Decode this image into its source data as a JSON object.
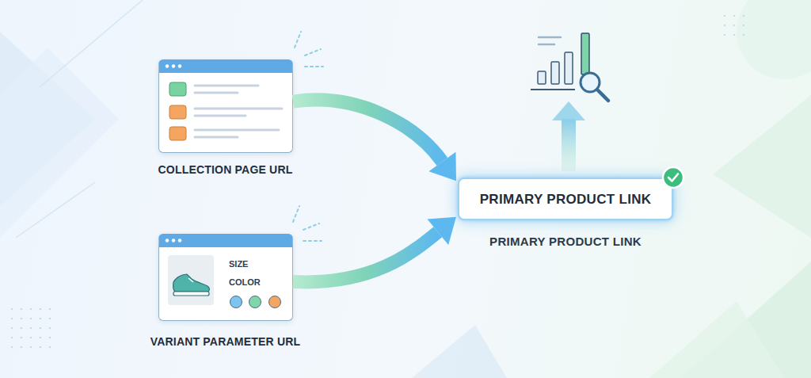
{
  "diagram": {
    "nodes": [
      {
        "text": [
          "COLLECTION PAGE URL"
        ]
      },
      {
        "text": [
          "SIZE",
          "COLOR",
          "VARIANT PARAMETER URL"
        ]
      },
      {
        "text": [
          "PRIMARY PRODUCT LINK",
          "PRIMARY PRODUCT LINK"
        ]
      }
    ],
    "edges": [
      {
        "from": 0,
        "to": 2,
        "arrow": "to"
      },
      {
        "from": 1,
        "to": 2,
        "arrow": "to"
      }
    ]
  }
}
